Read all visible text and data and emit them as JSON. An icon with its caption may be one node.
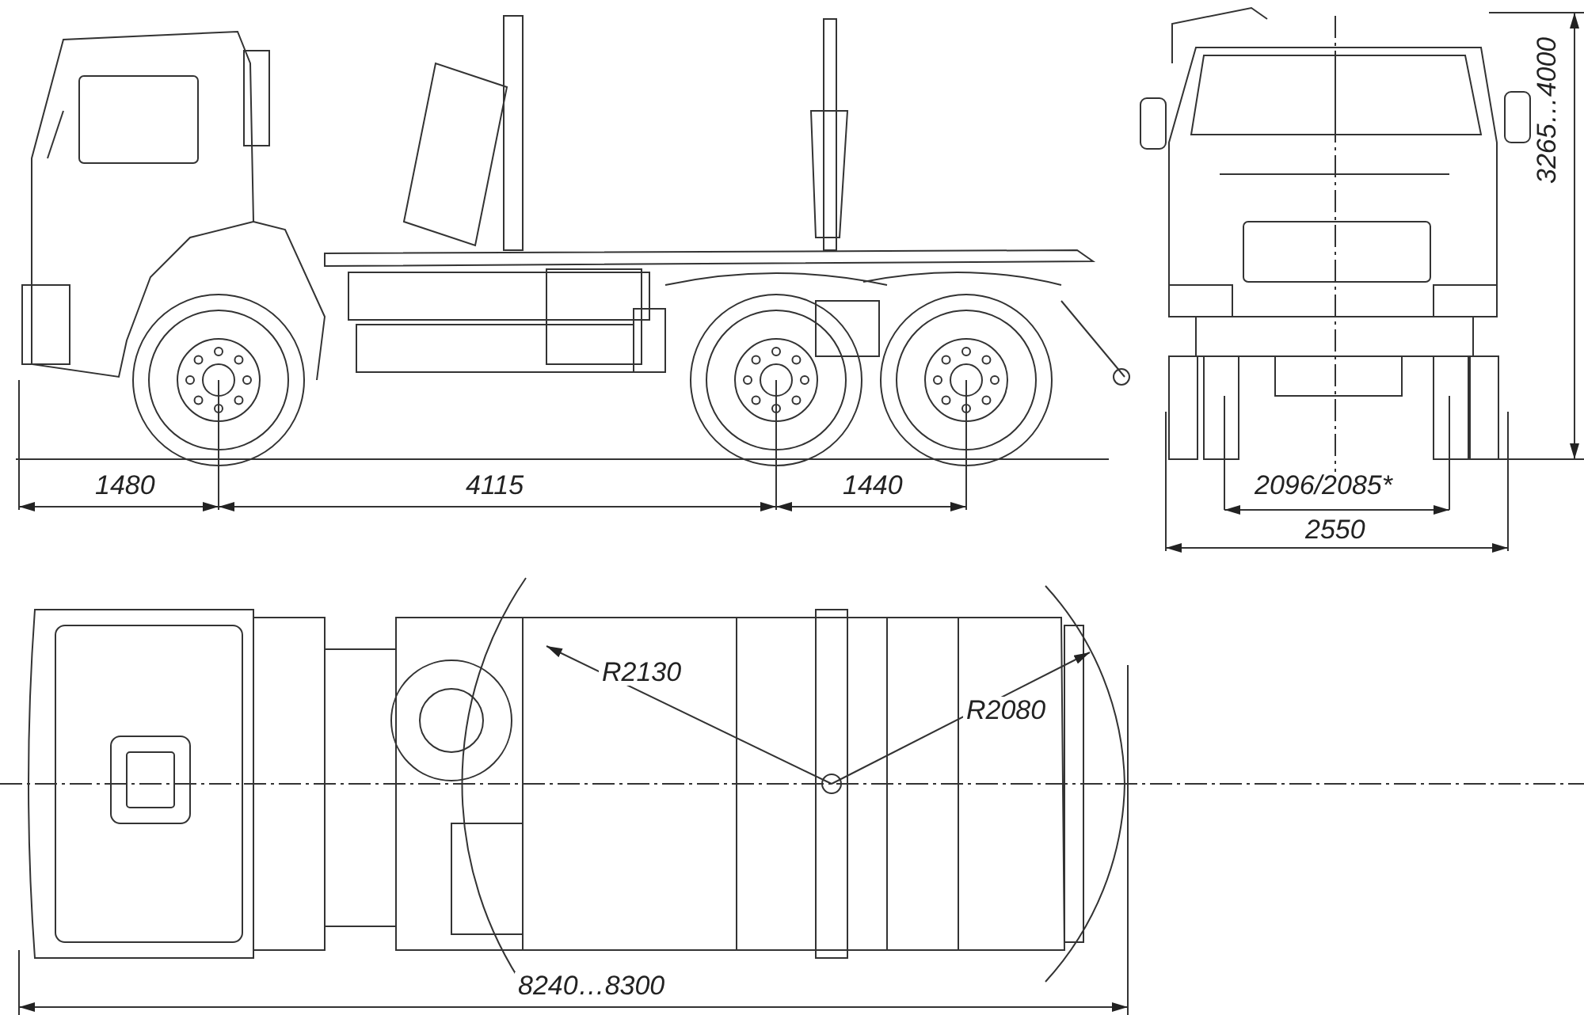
{
  "diagram": {
    "labels": [
      "3265…4000",
      "1480",
      "4115",
      "1440",
      "2096/2085*",
      "2550",
      "R2130",
      "R2080",
      "8240…8300"
    ]
  }
}
